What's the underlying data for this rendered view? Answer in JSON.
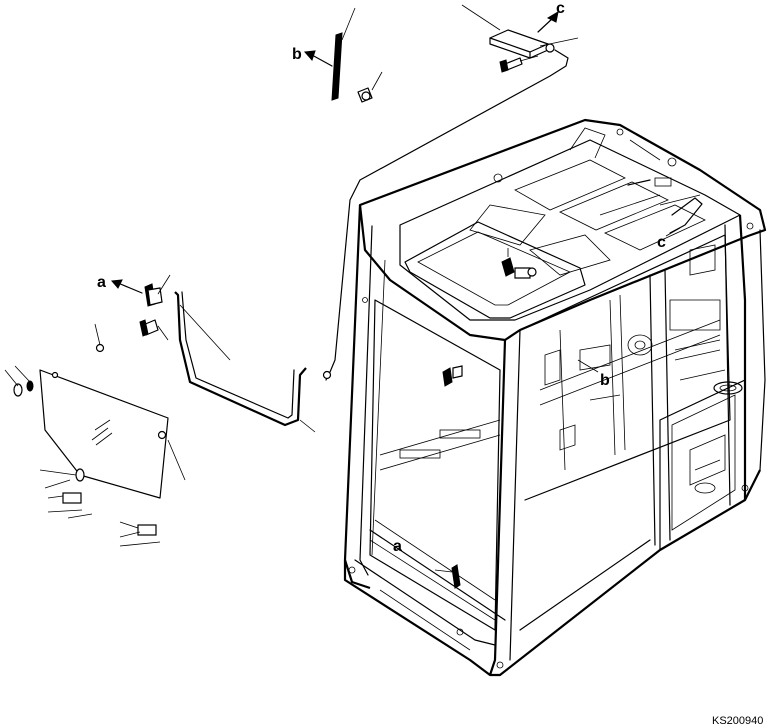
{
  "diagram": {
    "callouts": [
      {
        "id": "callout-a-left",
        "text": "a"
      },
      {
        "id": "callout-a-cab",
        "text": "a"
      },
      {
        "id": "callout-b-top",
        "text": "b"
      },
      {
        "id": "callout-b-cab",
        "text": "b"
      },
      {
        "id": "callout-c-top",
        "text": "c"
      },
      {
        "id": "callout-c-cab",
        "text": "c"
      }
    ],
    "drawing_code": "KS200940"
  }
}
